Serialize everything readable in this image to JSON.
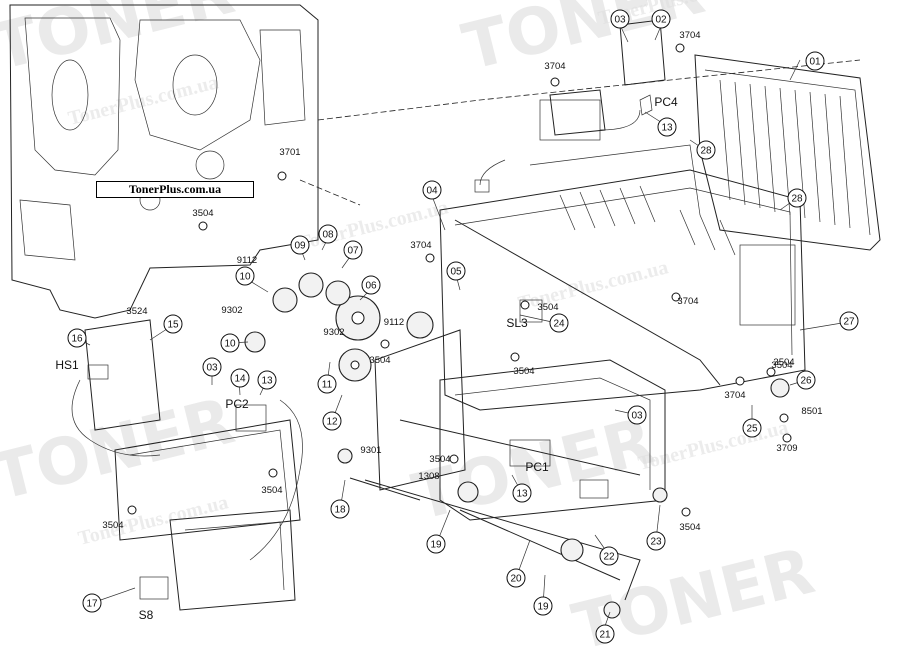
{
  "watermark": {
    "brand": "TONER",
    "url": "TonerPlus.com.ua"
  },
  "brand_label": "TonerPlus.com.ua",
  "callouts": [
    {
      "id": "01"
    },
    {
      "id": "02"
    },
    {
      "id": "03"
    },
    {
      "id": "13"
    },
    {
      "id": "28"
    },
    {
      "id": "28"
    },
    {
      "id": "27"
    },
    {
      "id": "26"
    },
    {
      "id": "25"
    },
    {
      "id": "04"
    },
    {
      "id": "05"
    },
    {
      "id": "24"
    },
    {
      "id": "06"
    },
    {
      "id": "07"
    },
    {
      "id": "08"
    },
    {
      "id": "09"
    },
    {
      "id": "10"
    },
    {
      "id": "10"
    },
    {
      "id": "11"
    },
    {
      "id": "12"
    },
    {
      "id": "16"
    },
    {
      "id": "15"
    },
    {
      "id": "03"
    },
    {
      "id": "14"
    },
    {
      "id": "13"
    },
    {
      "id": "03"
    },
    {
      "id": "13"
    },
    {
      "id": "18"
    },
    {
      "id": "19"
    },
    {
      "id": "19"
    },
    {
      "id": "20"
    },
    {
      "id": "21"
    },
    {
      "id": "22"
    },
    {
      "id": "23"
    },
    {
      "id": "17"
    }
  ],
  "part_numbers": [
    "3704",
    "3704",
    "3701",
    "3504",
    "3704",
    "9112",
    "3524",
    "9302",
    "9302",
    "9112",
    "3504",
    "3504",
    "3504",
    "3504",
    "3704",
    "3504",
    "3704",
    "8501",
    "3709",
    "9301",
    "3504",
    "1308",
    "3504",
    "3504",
    "3504"
  ],
  "labels": [
    "PC4",
    "SL3",
    "HS1",
    "PC2",
    "PC1",
    "S8"
  ]
}
